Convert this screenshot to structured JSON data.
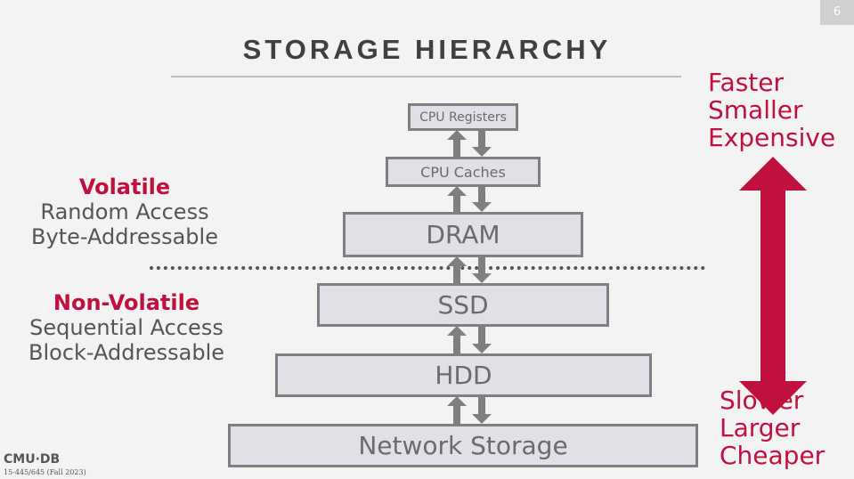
{
  "slide": {
    "page_number": "6",
    "title": "STORAGE HIERARCHY",
    "footer_logo": "CMU·DB",
    "footer_course": "15-445/645 (Fall 2023)"
  },
  "levels": [
    {
      "label": "CPU Registers"
    },
    {
      "label": "CPU Caches"
    },
    {
      "label": "DRAM"
    },
    {
      "label": "SSD"
    },
    {
      "label": "HDD"
    },
    {
      "label": "Network Storage"
    }
  ],
  "left_labels": {
    "volatile": {
      "heading": "Volatile",
      "line1": "Random Access",
      "line2": "Byte-Addressable"
    },
    "non_volatile": {
      "heading": "Non-Volatile",
      "line1": "Sequential Access",
      "line2": "Block-Addressable"
    }
  },
  "right_labels": {
    "top": [
      "Faster",
      "Smaller",
      "Expensive"
    ],
    "bottom": [
      "Slower",
      "Larger",
      "Cheaper"
    ]
  },
  "colors": {
    "accent": "#c0103e",
    "box_fill": "#dfe1e6",
    "box_border": "#7f7f7f",
    "arrow": "#7f7f7f"
  }
}
